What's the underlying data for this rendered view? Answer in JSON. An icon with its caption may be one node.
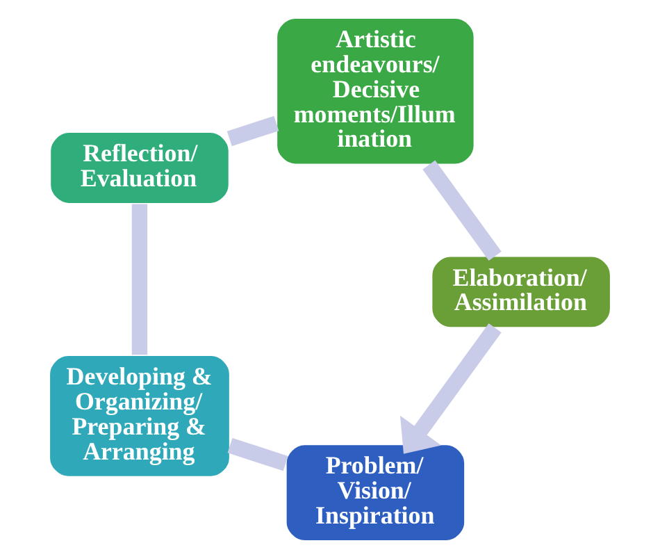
{
  "diagram": {
    "nodes": [
      {
        "text": [
          "Problem/ Vision/ Inspiration"
        ]
      },
      {
        "text": [
          "Developing & Organizing/ Preparing & Arranging"
        ]
      },
      {
        "text": [
          "Reflection/ Evaluation"
        ]
      },
      {
        "text": [
          "Artistic endeavours/ Decisive moments/Illum ination"
        ]
      },
      {
        "text": [
          "Elaboration/ Assimilation"
        ]
      }
    ],
    "edges": [
      {
        "from": 0,
        "to": 1,
        "arrow": "none"
      },
      {
        "from": 1,
        "to": 2,
        "arrow": "none"
      },
      {
        "from": 2,
        "to": 3,
        "arrow": "none"
      },
      {
        "from": 3,
        "to": 4,
        "arrow": "none"
      },
      {
        "from": 4,
        "to": 0,
        "arrow": "to"
      }
    ]
  }
}
